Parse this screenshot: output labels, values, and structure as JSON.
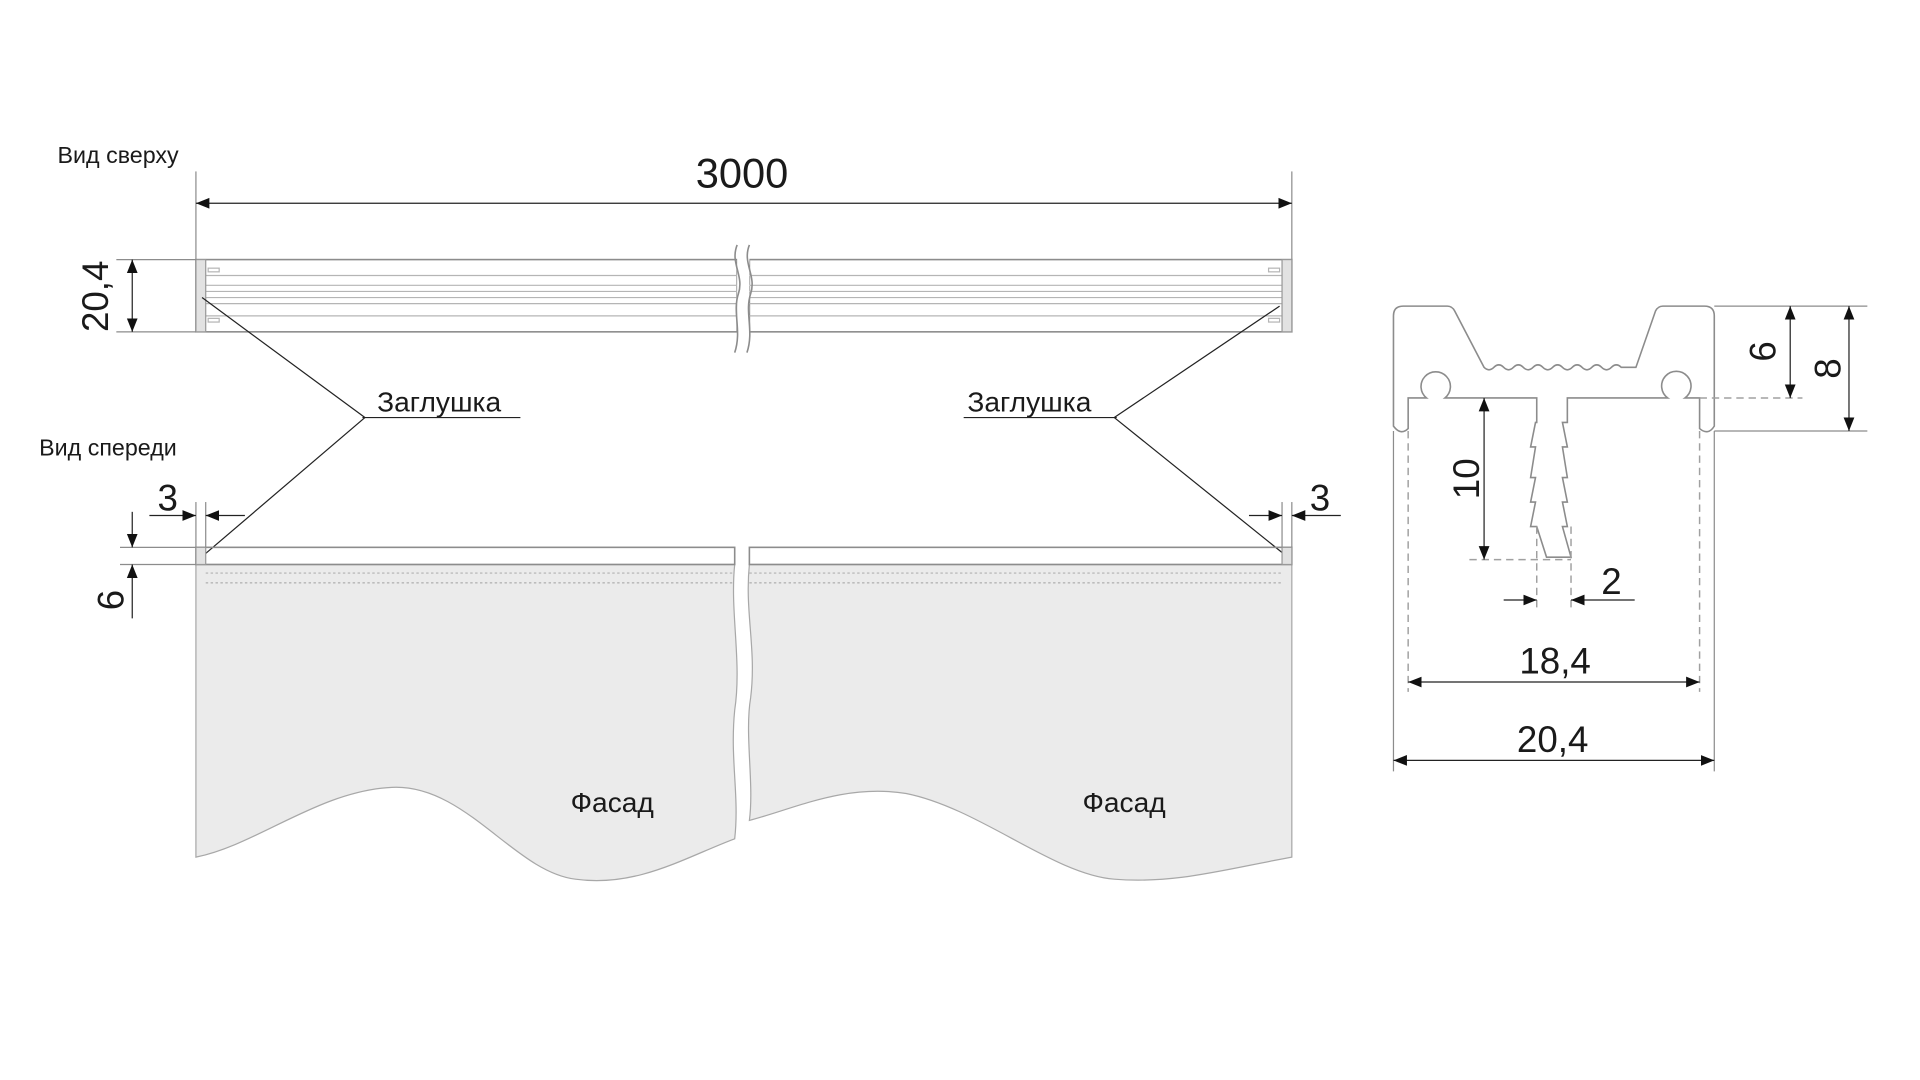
{
  "views": {
    "top_view_label": "Вид сверху",
    "front_view_label": "Вид спереди"
  },
  "callouts": {
    "end_cap_left": "Заглушка",
    "end_cap_right": "Заглушка",
    "facade_left": "Фасад",
    "facade_right": "Фасад"
  },
  "dimensions": {
    "length": "3000",
    "top_width": "20,4",
    "cap_left": "3",
    "cap_right": "3",
    "front_height": "6",
    "profile_depth_6": "6",
    "profile_height_8": "8",
    "fin_length": "10",
    "fin_width": "2",
    "inner_width": "18,4",
    "outer_width": "20,4"
  }
}
